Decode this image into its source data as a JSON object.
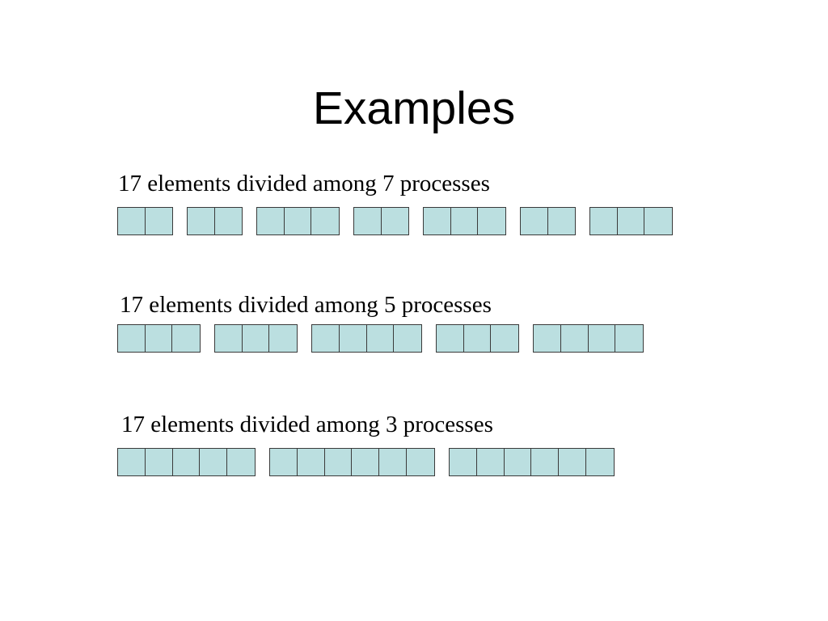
{
  "slide": {
    "title": "Examples"
  },
  "cell_color": "#bbdfe0",
  "border_color": "#3a3a3a",
  "examples": [
    {
      "label": "17 elements divided among 7 processes",
      "elements": 17,
      "processes": 7,
      "block_sizes": [
        2,
        2,
        3,
        2,
        3,
        2,
        3
      ]
    },
    {
      "label": "17 elements divided among 5 processes",
      "elements": 17,
      "processes": 5,
      "block_sizes": [
        3,
        3,
        4,
        3,
        4
      ]
    },
    {
      "label": "17 elements divided among 3 processes",
      "elements": 17,
      "processes": 3,
      "block_sizes": [
        5,
        6,
        6
      ]
    }
  ]
}
